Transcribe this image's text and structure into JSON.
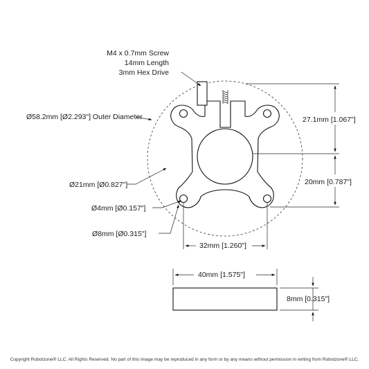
{
  "screw_callout": {
    "line1": "M4 x 0.7mm Screw",
    "line2": "14mm Length",
    "line3": "3mm Hex Drive"
  },
  "outer_diameter_label": "Ø58.2mm [Ø2.293\"] Outer Diameter",
  "bore_label": "Ø21mm [Ø0.827\"]",
  "hole_small_label": "Ø4mm [Ø0.157\"]",
  "hole_large_label": "Ø8mm [Ø0.315\"]",
  "height_top_label": "27.1mm [1.067\"]",
  "height_bottom_label": "20mm [0.787\"]",
  "hole_spacing_label": "32mm [1.260\"]",
  "side_width_label": "40mm [1.575\"]",
  "side_thickness_label": "8mm [0.315\"]",
  "copyright": "Copyright Robotzone® LLC.  All Rights Reserved. No part of this image may be reproduced in any form or by any means without permission in writing from Robotzone® LLC."
}
